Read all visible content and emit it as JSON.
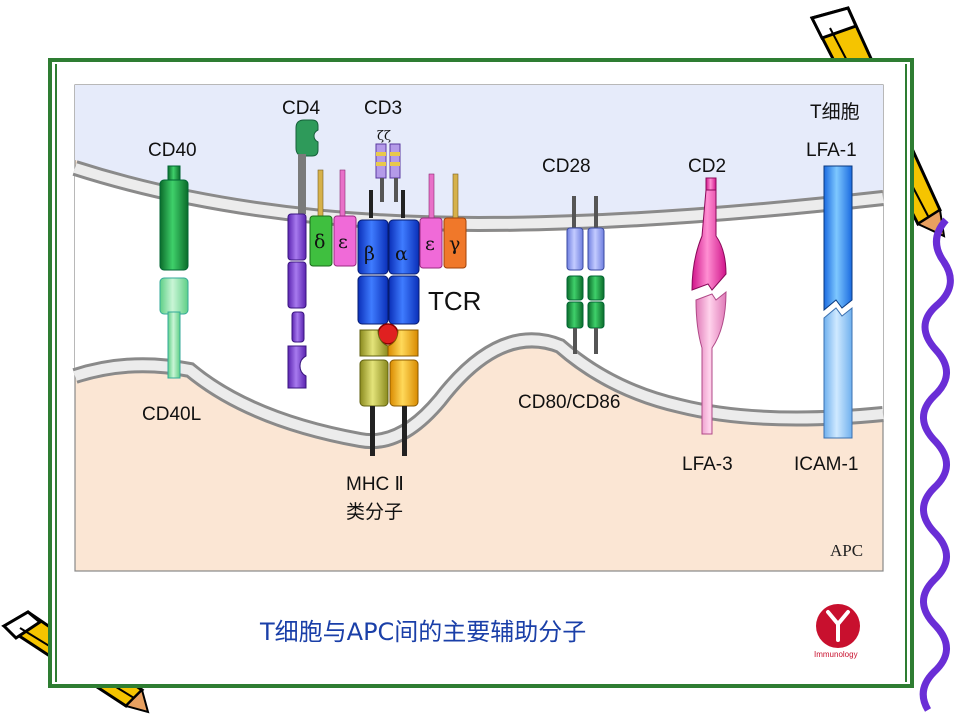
{
  "diagram": {
    "t_cell_label": "T细胞",
    "apc_label": "APC",
    "molecules": {
      "cd4": "CD4",
      "cd3": "CD3",
      "cd40": "CD40",
      "cd28": "CD28",
      "cd2": "CD2",
      "lfa1": "LFA-1",
      "tcr": "TCR",
      "cd40l": "CD40L",
      "cd80_cd86": "CD80/CD86",
      "lfa3": "LFA-3",
      "icam1": "ICAM-1",
      "mhc_line1": "MHC Ⅱ",
      "mhc_line2": "类分子",
      "zeta": "ζζ"
    },
    "chains": {
      "delta": "δ",
      "epsilon_left": "ε",
      "beta": "β",
      "alpha": "α",
      "epsilon_right": "ε",
      "gamma": "γ"
    }
  },
  "caption": "T细胞与APC间的主要辅助分子",
  "logo_text": "Immunology",
  "colors": {
    "frame_border": "#2e7d32",
    "t_cell_fill": "#e6ebfa",
    "apc_fill": "#fbe6d4",
    "caption": "#1a3fa8",
    "purple_wave": "#6a2ed6"
  }
}
